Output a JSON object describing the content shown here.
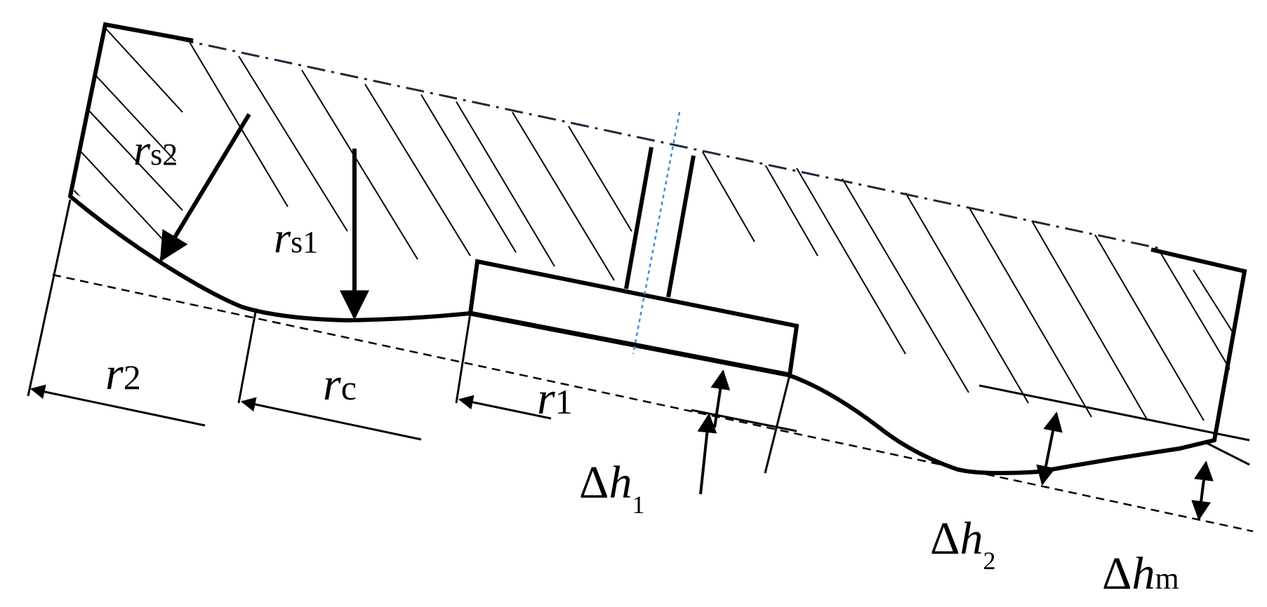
{
  "diagram": {
    "labels": {
      "rs2_main": "r",
      "rs2_sub": "s2",
      "rs1_main": "r",
      "rs1_sub": "s1",
      "r2_main": "r",
      "r2_sub": "2",
      "rc_main": "r",
      "rc_sub": "c",
      "r1_main": "r",
      "r1_sub": "1",
      "dh1_delta": "Δ",
      "dh1_h": "h",
      "dh1_sub": "1",
      "dh2_delta": "Δ",
      "dh2_h": "h",
      "dh2_sub": "2",
      "dhm_delta": "Δ",
      "dhm_h": "h",
      "dhm_sub": "m"
    },
    "colors": {
      "outline": "#000000",
      "centerline": "#3a8fd9"
    }
  }
}
